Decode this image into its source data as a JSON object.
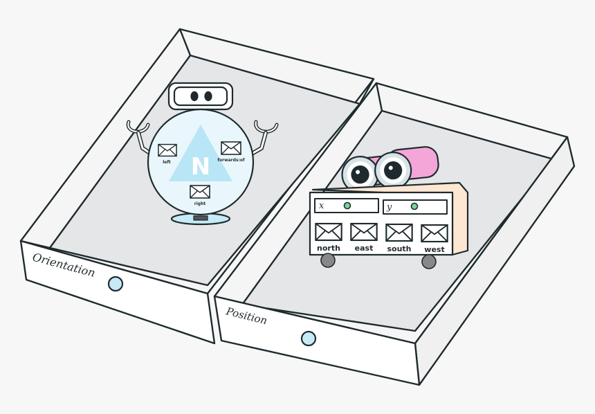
{
  "drawers": {
    "orientation": {
      "label": "Orientation"
    },
    "position": {
      "label": "Position"
    }
  },
  "robot": {
    "compass_letter": "N",
    "messages": {
      "left": "left",
      "forwards": "forwards:of",
      "right": "right"
    }
  },
  "position_device": {
    "x_label": "x",
    "y_label": "y",
    "buttons": [
      "north",
      "east",
      "south",
      "west"
    ]
  },
  "colors": {
    "background": "#f7f7f7",
    "outline": "#1f2a2e",
    "tray_floor": "#e4e6e7",
    "tray_wall": "#f5f5f5",
    "drawer_knob": "#c6eaf6",
    "compass": "#b8e6f6",
    "robot_body": "#e9f7fc",
    "device_panel": "#fde6d2",
    "binoculars": "#f4a6d8",
    "led": "#7bd39a"
  },
  "icons": [
    "envelope-icon",
    "eye-icon",
    "led-icon",
    "wheel-icon"
  ]
}
